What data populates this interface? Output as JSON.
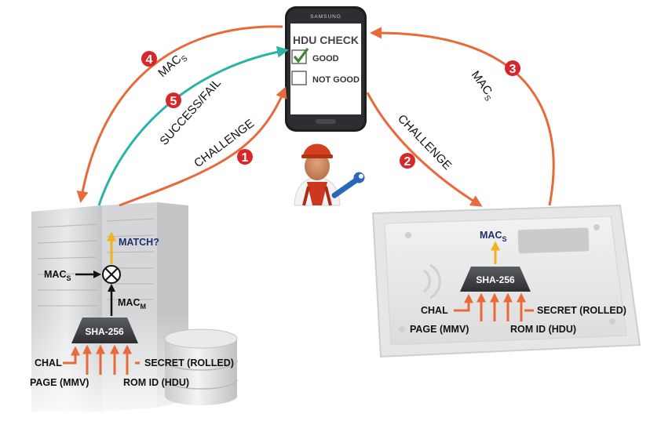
{
  "phone": {
    "title": "HDU CHECK",
    "options": [
      {
        "label": "GOOD",
        "checked": true
      },
      {
        "label": "NOT GOOD",
        "checked": false
      }
    ],
    "brand": "SAMSUNG"
  },
  "flows": [
    {
      "step": "1",
      "label": "CHALLENGE"
    },
    {
      "step": "2",
      "label": "CHALLENGE"
    },
    {
      "step": "3",
      "label_main": "MAC",
      "label_sub": "S"
    },
    {
      "step": "4",
      "label_main": "MAC",
      "label_sub": "S"
    },
    {
      "step": "5",
      "label": "SUCCESS/FAIL"
    }
  ],
  "server": {
    "match_label": "MATCH?",
    "macs_main": "MAC",
    "macs_sub": "S",
    "macm_main": "MAC",
    "macm_sub": "M",
    "hash_label": "SHA-256",
    "inputs": {
      "chal": "CHAL",
      "page": "PAGE (MMV)",
      "secret": "SECRET (ROLLED)",
      "romid": "ROM ID (HDU)"
    }
  },
  "device": {
    "mac_main": "MAC",
    "mac_sub": "S",
    "hash_label": "SHA-256",
    "inputs": {
      "chal": "CHAL",
      "page": "PAGE (MMV)",
      "secret": "SECRET (ROLLED)",
      "romid": "ROM ID (HDU)"
    }
  },
  "colors": {
    "orange": "#E8693A",
    "teal": "#2BB3A8",
    "red": "#D8262B",
    "gold": "#F2B21E",
    "navy": "#1F2F6B"
  }
}
